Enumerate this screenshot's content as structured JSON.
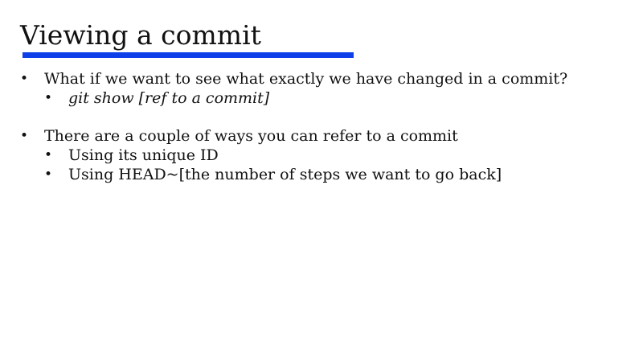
{
  "slide": {
    "title": "Viewing a commit",
    "accent_color": "#0f3fe8",
    "bullets": [
      {
        "text": "What if we want to see what exactly we have changed in a commit?",
        "sub": [
          {
            "text": "git show [ref to a commit]",
            "italic": true
          }
        ]
      },
      {
        "text": "There are a couple of ways you can refer to a commit",
        "sub": [
          {
            "text": "Using its unique ID",
            "italic": false
          },
          {
            "text": "Using HEAD~[the number of steps we want to go back]",
            "italic": false
          }
        ]
      }
    ],
    "bullet_glyph": "•"
  }
}
